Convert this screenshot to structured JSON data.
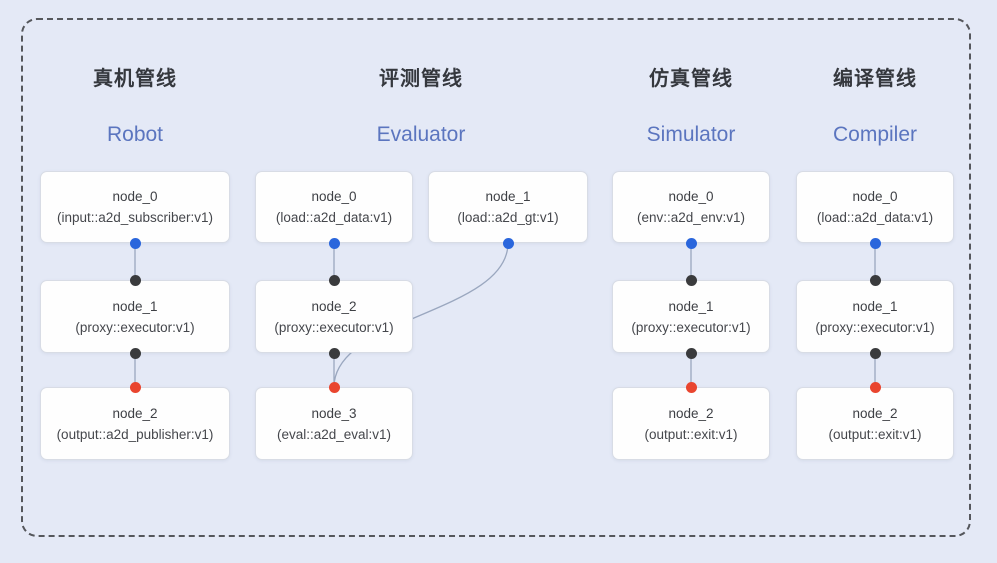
{
  "diagram": {
    "background": "#e4e9f6",
    "border_color": "#55575c",
    "edge_color": "#9aa7bf",
    "port_palette": {
      "blue": "#2a66dc",
      "black": "#3a3b3d",
      "red": "#e9452f"
    },
    "pipelines": [
      {
        "title_zh": "真机管线",
        "title_en": "Robot",
        "nodes": [
          {
            "id": "r0",
            "name": "node_0",
            "type": "(input::a2d_subscriber:v1)",
            "col": "c0",
            "row": 0,
            "ports": {
              "bottom": "blue"
            }
          },
          {
            "id": "r1",
            "name": "node_1",
            "type": "(proxy::executor:v1)",
            "col": "c0",
            "row": 1,
            "ports": {
              "top": "black",
              "bottom": "black"
            }
          },
          {
            "id": "r2",
            "name": "node_2",
            "type": "(output::a2d_publisher:v1)",
            "col": "c0",
            "row": 2,
            "ports": {
              "top": "red"
            }
          }
        ]
      },
      {
        "title_zh": "评测管线",
        "title_en": "Evaluator",
        "nodes": [
          {
            "id": "e0",
            "name": "node_0",
            "type": "(load::a2d_data:v1)",
            "col": "c1",
            "row": 0,
            "ports": {
              "bottom": "blue"
            }
          },
          {
            "id": "e1",
            "name": "node_1",
            "type": "(load::a2d_gt:v1)",
            "col": "c2",
            "row": 0,
            "ports": {
              "bottom": "blue"
            }
          },
          {
            "id": "e2",
            "name": "node_2",
            "type": "(proxy::executor:v1)",
            "col": "c1",
            "row": 1,
            "ports": {
              "top": "black",
              "bottom": "black"
            }
          },
          {
            "id": "e3",
            "name": "node_3",
            "type": "(eval::a2d_eval:v1)",
            "col": "c1",
            "row": 2,
            "ports": {
              "top": "red"
            }
          }
        ]
      },
      {
        "title_zh": "仿真管线",
        "title_en": "Simulator",
        "nodes": [
          {
            "id": "s0",
            "name": "node_0",
            "type": "(env::a2d_env:v1)",
            "col": "c3",
            "row": 0,
            "ports": {
              "bottom": "blue"
            }
          },
          {
            "id": "s1",
            "name": "node_1",
            "type": "(proxy::executor:v1)",
            "col": "c3",
            "row": 1,
            "ports": {
              "top": "black",
              "bottom": "black"
            }
          },
          {
            "id": "s2",
            "name": "node_2",
            "type": "(output::exit:v1)",
            "col": "c3",
            "row": 2,
            "ports": {
              "top": "red"
            }
          }
        ]
      },
      {
        "title_zh": "编译管线",
        "title_en": "Compiler",
        "nodes": [
          {
            "id": "c0",
            "name": "node_0",
            "type": "(load::a2d_data:v1)",
            "col": "c4",
            "row": 0,
            "ports": {
              "bottom": "blue"
            }
          },
          {
            "id": "c1",
            "name": "node_1",
            "type": "(proxy::executor:v1)",
            "col": "c4",
            "row": 1,
            "ports": {
              "top": "black",
              "bottom": "black"
            }
          },
          {
            "id": "c2",
            "name": "node_2",
            "type": "(output::exit:v1)",
            "col": "c4",
            "row": 2,
            "ports": {
              "top": "red"
            }
          }
        ]
      }
    ],
    "edges": [
      {
        "from": "r0",
        "to": "r1",
        "shape": "straight"
      },
      {
        "from": "r1",
        "to": "r2",
        "shape": "straight"
      },
      {
        "from": "e0",
        "to": "e2",
        "shape": "straight"
      },
      {
        "from": "e1",
        "to": "e3",
        "shape": "bezier"
      },
      {
        "from": "e2",
        "to": "e3",
        "shape": "straight"
      },
      {
        "from": "s0",
        "to": "s1",
        "shape": "straight"
      },
      {
        "from": "s1",
        "to": "s2",
        "shape": "straight"
      },
      {
        "from": "c0",
        "to": "c1",
        "shape": "straight"
      },
      {
        "from": "c1",
        "to": "c2",
        "shape": "straight"
      }
    ]
  }
}
